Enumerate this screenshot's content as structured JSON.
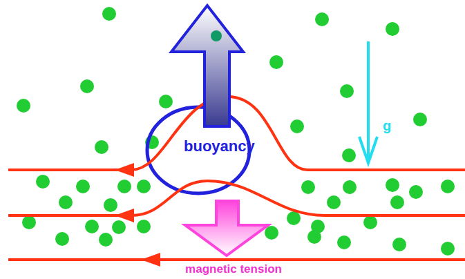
{
  "diagram": {
    "nodes": [
      {
        "text": [
          "buoyancy"
        ]
      }
    ],
    "labels": [
      "g",
      "magnetic tension"
    ]
  }
}
